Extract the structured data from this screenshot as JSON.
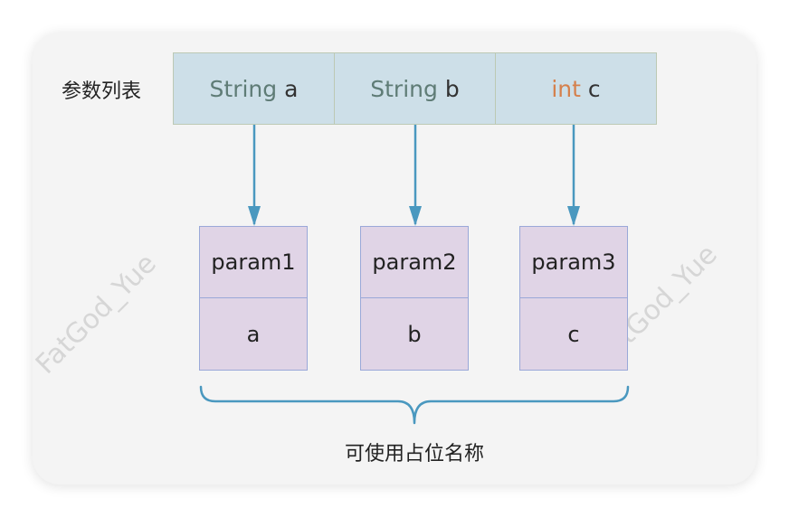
{
  "watermark": "FatGod_Yue",
  "left_label": "参数列表",
  "parameters": [
    {
      "type": "String",
      "name": "a",
      "type_color": "#5f7c76"
    },
    {
      "type": "String",
      "name": "b",
      "type_color": "#5f7c76"
    },
    {
      "type": "int",
      "name": "c",
      "type_color": "#d5804c"
    }
  ],
  "placeholders": [
    {
      "name": "param1",
      "value": "a"
    },
    {
      "name": "param2",
      "value": "b"
    },
    {
      "name": "param3",
      "value": "c"
    }
  ],
  "bottom_label": "可使用占位名称",
  "colors": {
    "arrow": "#4a98bf",
    "brace": "#4a98bf",
    "param_row_bg": "#cddfe8",
    "slot_bg": "#e0d4e6",
    "slot_border": "#9aa8d8"
  }
}
